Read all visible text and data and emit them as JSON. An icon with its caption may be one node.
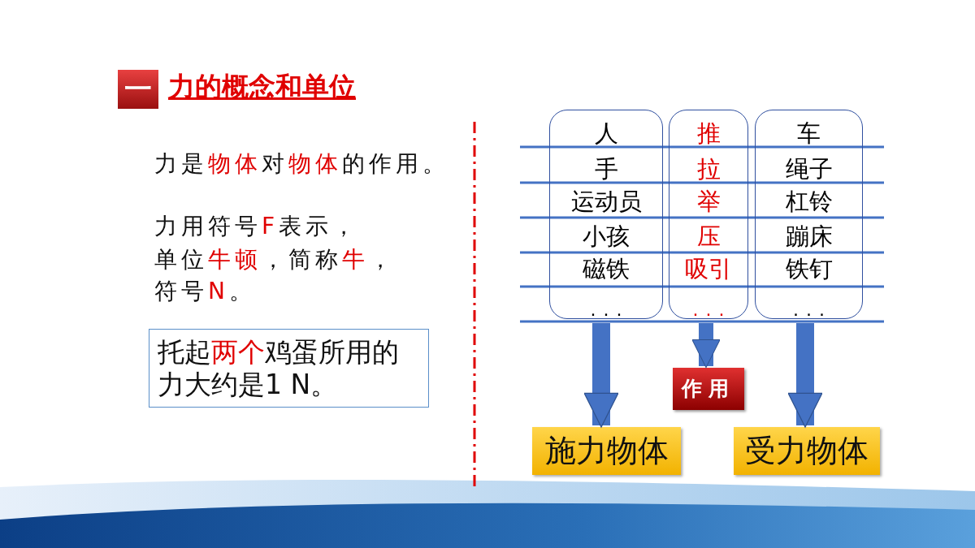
{
  "diagram": {
    "title": "力的概念和单位",
    "nodes": [
      {
        "text": [
          "人",
          "手",
          "运动员",
          "小孩",
          "磁铁",
          "..."
        ]
      },
      {
        "text": [
          "推",
          "拉",
          "举",
          "压",
          "吸引",
          "..."
        ]
      },
      {
        "text": [
          "车",
          "绳子",
          "杠铃",
          "蹦床",
          "铁钉",
          "..."
        ]
      },
      {
        "text": [
          "作用"
        ]
      },
      {
        "text": [
          "施力物体"
        ]
      },
      {
        "text": [
          "受力物体"
        ]
      },
      {
        "text": [
          "托起**两个**鸡蛋所用的力大约是1 N。"
        ]
      }
    ],
    "edges": [
      {
        "from": 0,
        "to": 4,
        "arrow": "to"
      },
      {
        "from": 1,
        "to": 3,
        "arrow": "to"
      },
      {
        "from": 2,
        "to": 5,
        "arrow": "to"
      }
    ],
    "labels": [
      "一",
      "力是**物体**对**物体**的作用。",
      "力用符号**F**表示，",
      "单位**牛顿**，简称**牛**，",
      "符号**N**。"
    ]
  }
}
